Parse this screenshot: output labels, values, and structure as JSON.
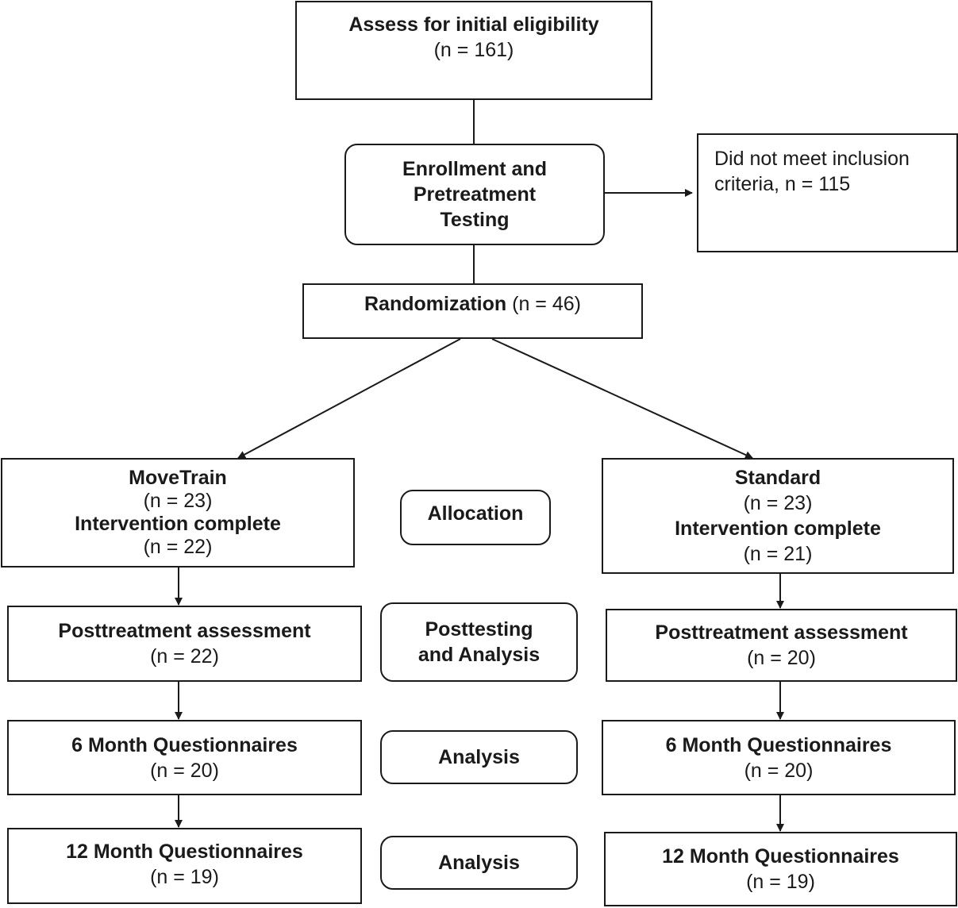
{
  "assess": {
    "title": "Assess for initial eligibility",
    "n": "(n = 161)"
  },
  "enrollment": {
    "line1": "Enrollment and",
    "line2": "Pretreatment",
    "line3": "Testing"
  },
  "excluded": {
    "line1": "Did not meet inclusion",
    "line2": "criteria, n = 115"
  },
  "randomization": {
    "title": "Randomization",
    "n": "(n = 46)"
  },
  "stages": {
    "allocation": "Allocation",
    "posttesting_line1": "Posttesting",
    "posttesting_line2": "and Analysis",
    "analysis_6": "Analysis",
    "analysis_12": "Analysis"
  },
  "movetrain": {
    "allocation": {
      "title": "MoveTrain",
      "n": "(n = 23)",
      "complete": "Intervention complete",
      "complete_n": "(n = 22)"
    },
    "post": {
      "title": "Posttreatment assessment",
      "n": "(n = 22)"
    },
    "six": {
      "title": "6 Month Questionnaires",
      "n": "(n = 20)"
    },
    "twelve": {
      "title": "12 Month Questionnaires",
      "n": "(n = 19)"
    }
  },
  "standard": {
    "allocation": {
      "title": "Standard",
      "n": "(n = 23)",
      "complete": "Intervention complete",
      "complete_n": "(n = 21)"
    },
    "post": {
      "title": "Posttreatment assessment",
      "n": "(n = 20)"
    },
    "six": {
      "title": "6 Month Questionnaires",
      "n": "(n = 20)"
    },
    "twelve": {
      "title": "12 Month Questionnaires",
      "n": "(n = 19)"
    }
  }
}
